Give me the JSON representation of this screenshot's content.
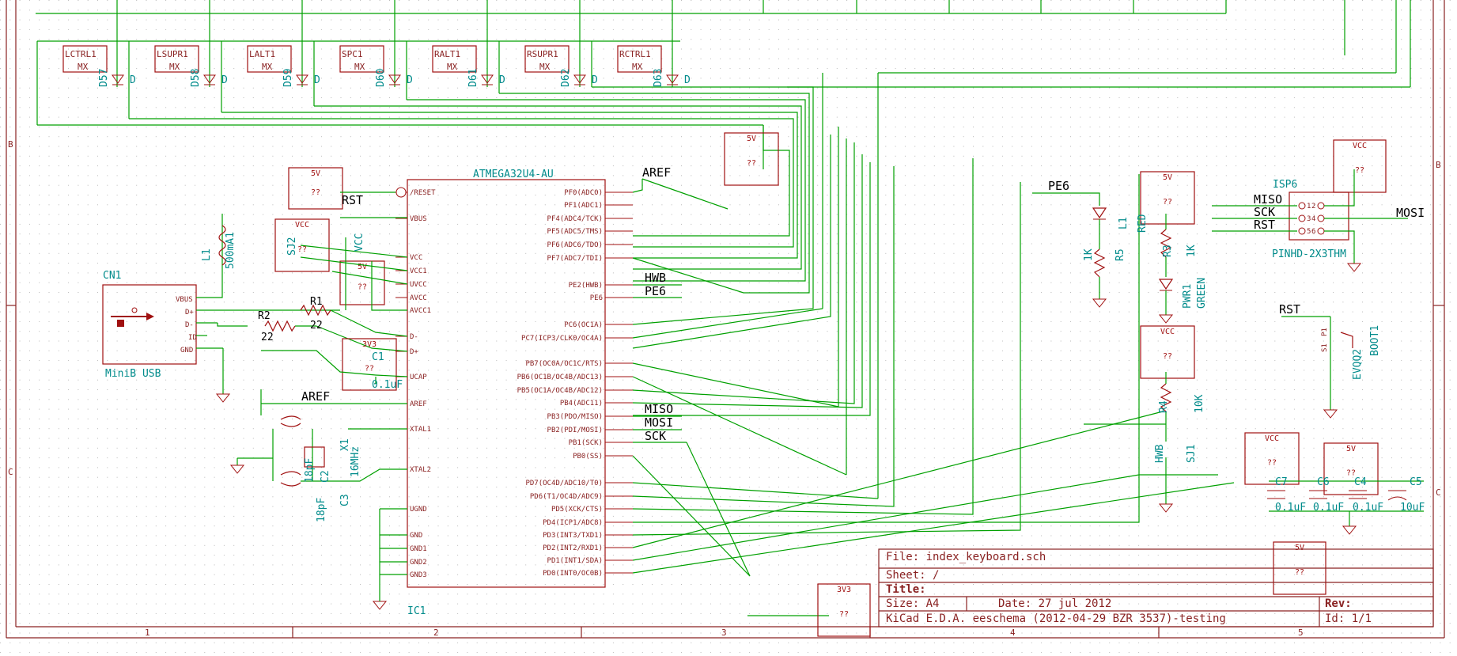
{
  "chip": {
    "name": "ATMEGA32U4-AU",
    "ref": "IC1",
    "left_pins": [
      "/RESET",
      "VBUS",
      "VCC",
      "VCC1",
      "UVCC",
      "AVCC",
      "AVCC1",
      "D-",
      "D+",
      "UCAP",
      "AREF",
      "XTAL1",
      "XTAL2",
      "UGND",
      "GND",
      "GND1",
      "GND2",
      "GND3"
    ],
    "right_pins": [
      "PF0(ADC0)",
      "PF1(ADC1)",
      "PF4(ADC4/TCK)",
      "PF5(ADC5/TMS)",
      "PF6(ADC6/TDO)",
      "PF7(ADC7/TDI)",
      "PE2(HWB)",
      "PE6",
      "PC6(OC1A)",
      "PC7(ICP3/CLK0/OC4A)",
      "PB7(OC0A/OC1C/RTS)",
      "PB6(OC1B/OC4B/ADC13)",
      "PB5(OC1A/OC4B/ADC12)",
      "PB4(ADC11)",
      "PB3(PDO/MISO)",
      "PB2(PDI/MOSI)",
      "PB1(SCK)",
      "PB0(SS)",
      "PD7(OC4D/ADC10/T0)",
      "PD6(T1/OC4D/ADC9)",
      "PD5(XCK/CTS)",
      "PD4(ICP1/ADC8)",
      "PD3(INT3/TXD1)",
      "PD2(INT2/RXD1)",
      "PD1(INT1/SDA)",
      "PD0(INT0/OC0B)"
    ]
  },
  "net_labels": {
    "aref_top": "AREF",
    "aref_left": "AREF",
    "hwb": "HWB",
    "pe6": "PE6",
    "miso": "MISO",
    "mosi": "MOSI",
    "sck": "SCK",
    "rst": "RST",
    "pe6_right": "PE6",
    "isp_miso": "MISO",
    "isp_sck": "SCK",
    "isp_rst": "RST",
    "isp_mosi": "MOSI",
    "rst_right": "RST",
    "hwb_right": "HWB"
  },
  "keys": [
    {
      "name": "LCTRL1",
      "diode": "D57"
    },
    {
      "name": "LSUPR1",
      "diode": "D58"
    },
    {
      "name": "LALT1",
      "diode": "D59"
    },
    {
      "name": "SPC1",
      "diode": "D60"
    },
    {
      "name": "RALT1",
      "diode": "D61"
    },
    {
      "name": "RSUPR1",
      "diode": "D62"
    },
    {
      "name": "RCTRL1",
      "diode": "D63"
    }
  ],
  "key_sub": "MX",
  "diode_pin": "D",
  "usb": {
    "ref": "CN1",
    "pins": [
      "VBUS",
      "D+",
      "D-",
      "ID",
      "GND"
    ],
    "name": "MiniB USB"
  },
  "fuse": {
    "ref": "L1",
    "value": "500mA1"
  },
  "resistors": {
    "r1": {
      "ref": "R1",
      "value": "22"
    },
    "r2": {
      "ref": "R2",
      "value": "22"
    },
    "r3": {
      "ref": "R3",
      "value": "1K"
    },
    "r4": {
      "ref": "R4",
      "value": "10K"
    },
    "r5": {
      "ref": "R5",
      "value": "1K"
    }
  },
  "caps": {
    "c1": {
      "ref": "C1",
      "value": "0.1uF"
    },
    "c2": {
      "ref": "C2",
      "value": "18pF"
    },
    "c3": {
      "ref": "C3",
      "value": "18pF"
    },
    "c4": {
      "ref": "C4",
      "value": "0.1uF"
    },
    "c5": {
      "ref": "C5",
      "value": "10uF"
    },
    "c6": {
      "ref": "C6",
      "value": "0.1uF"
    },
    "c7": {
      "ref": "C7",
      "value": "0.1uF"
    }
  },
  "crystal": {
    "ref": "X1",
    "value": "16MHz"
  },
  "solder_jumpers": {
    "sj1": "SJ1",
    "sj2": "SJ2"
  },
  "vcc_label": "VCC",
  "leds": {
    "l1": {
      "ref": "L1",
      "color": "RED"
    },
    "pwr": {
      "ref": "PWR1",
      "color": "GREEN"
    }
  },
  "isp": {
    "ref": "ISP6",
    "footprint": "PINHD-2X3THM",
    "pins": [
      "1",
      "2",
      "3",
      "4",
      "5",
      "6"
    ]
  },
  "boot": {
    "ref": "BOOT1",
    "part": "EVQQ2",
    "pins": [
      "S1",
      "P1"
    ]
  },
  "power_symbol": "??",
  "power_tags": [
    "5V",
    "VCC",
    "3V3"
  ],
  "zone_letters": [
    "B",
    "C"
  ],
  "zone_numbers": [
    "1",
    "2",
    "3",
    "4",
    "5"
  ],
  "title_block": {
    "file": "File: index_keyboard.sch",
    "sheet": "Sheet: /",
    "title": "Title:",
    "size": "Size: A4",
    "date": "Date: 27 jul 2012",
    "rev": "Rev:",
    "kicad": "KiCad E.D.A.  eeschema (2012-04-29 BZR 3537)-testing",
    "id": "Id: 1/1"
  },
  "colors": {
    "frame": "#8a2222",
    "wire": "#00a000",
    "part": "#a01010",
    "label_teal": "#008b8b",
    "label": "#000000"
  }
}
